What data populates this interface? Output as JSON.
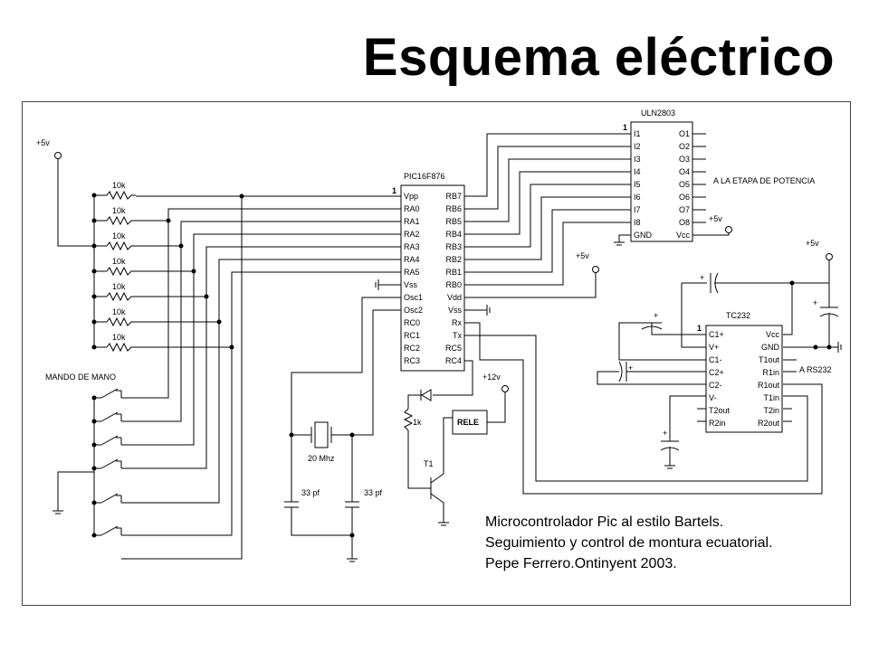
{
  "title": "Esquema eléctrico",
  "chips": {
    "uln": {
      "name": "ULN2803",
      "left_pins": [
        "I1",
        "I2",
        "I3",
        "I4",
        "I5",
        "I6",
        "I7",
        "I8",
        "GND"
      ],
      "right_pins": [
        "O1",
        "O2",
        "O3",
        "O4",
        "O5",
        "O6",
        "O7",
        "O8",
        "Vcc"
      ],
      "pin1": "1"
    },
    "pic": {
      "name": "PIC16F876",
      "left_pins": [
        "Vpp",
        "RA0",
        "RA1",
        "RA2",
        "RA3",
        "RA4",
        "RA5",
        "Vss",
        "Osc1",
        "Osc2",
        "RC0",
        "RC1",
        "RC2",
        "RC3"
      ],
      "right_pins": [
        "RB7",
        "RB6",
        "RB5",
        "RB4",
        "RB3",
        "RB2",
        "RB1",
        "RB0",
        "Vdd",
        "Vss",
        "Rx",
        "Tx",
        "RC5",
        "RC4"
      ],
      "pin1": "1"
    },
    "tc": {
      "name": "TC232",
      "left_pins": [
        "C1+",
        "V+",
        "C1-",
        "C2+",
        "C2-",
        "V-",
        "T2out",
        "R2in"
      ],
      "right_pins": [
        "Vcc",
        "GND",
        "T1out",
        "R1in",
        "R1out",
        "T1in",
        "T2in",
        "R2out"
      ],
      "pin1": "1"
    }
  },
  "labels": {
    "vcc_left": "+5v",
    "vcc_uln": "+5v",
    "vcc_pic": "+5v",
    "vcc_tc": "+5v",
    "v12": "+12v",
    "power_stage": "A LA ETAPA DE POTENCIA",
    "rs232": "A RS232",
    "hand_control": "MANDO DE MANO",
    "crystal": "20 Mhz",
    "cap1": "33 pf",
    "cap2": "33 pf",
    "resistor_1k": "1k",
    "relay": "RELE",
    "transistor": "T1"
  },
  "resistors": [
    "10k",
    "10k",
    "10k",
    "10k",
    "10k",
    "10k",
    "10k"
  ],
  "caption": [
    "Microcontrolador Pic al estilo Bartels.",
    "Seguimiento y control de montura ecuatorial.",
    "Pepe Ferrero.Ontinyent 2003."
  ]
}
